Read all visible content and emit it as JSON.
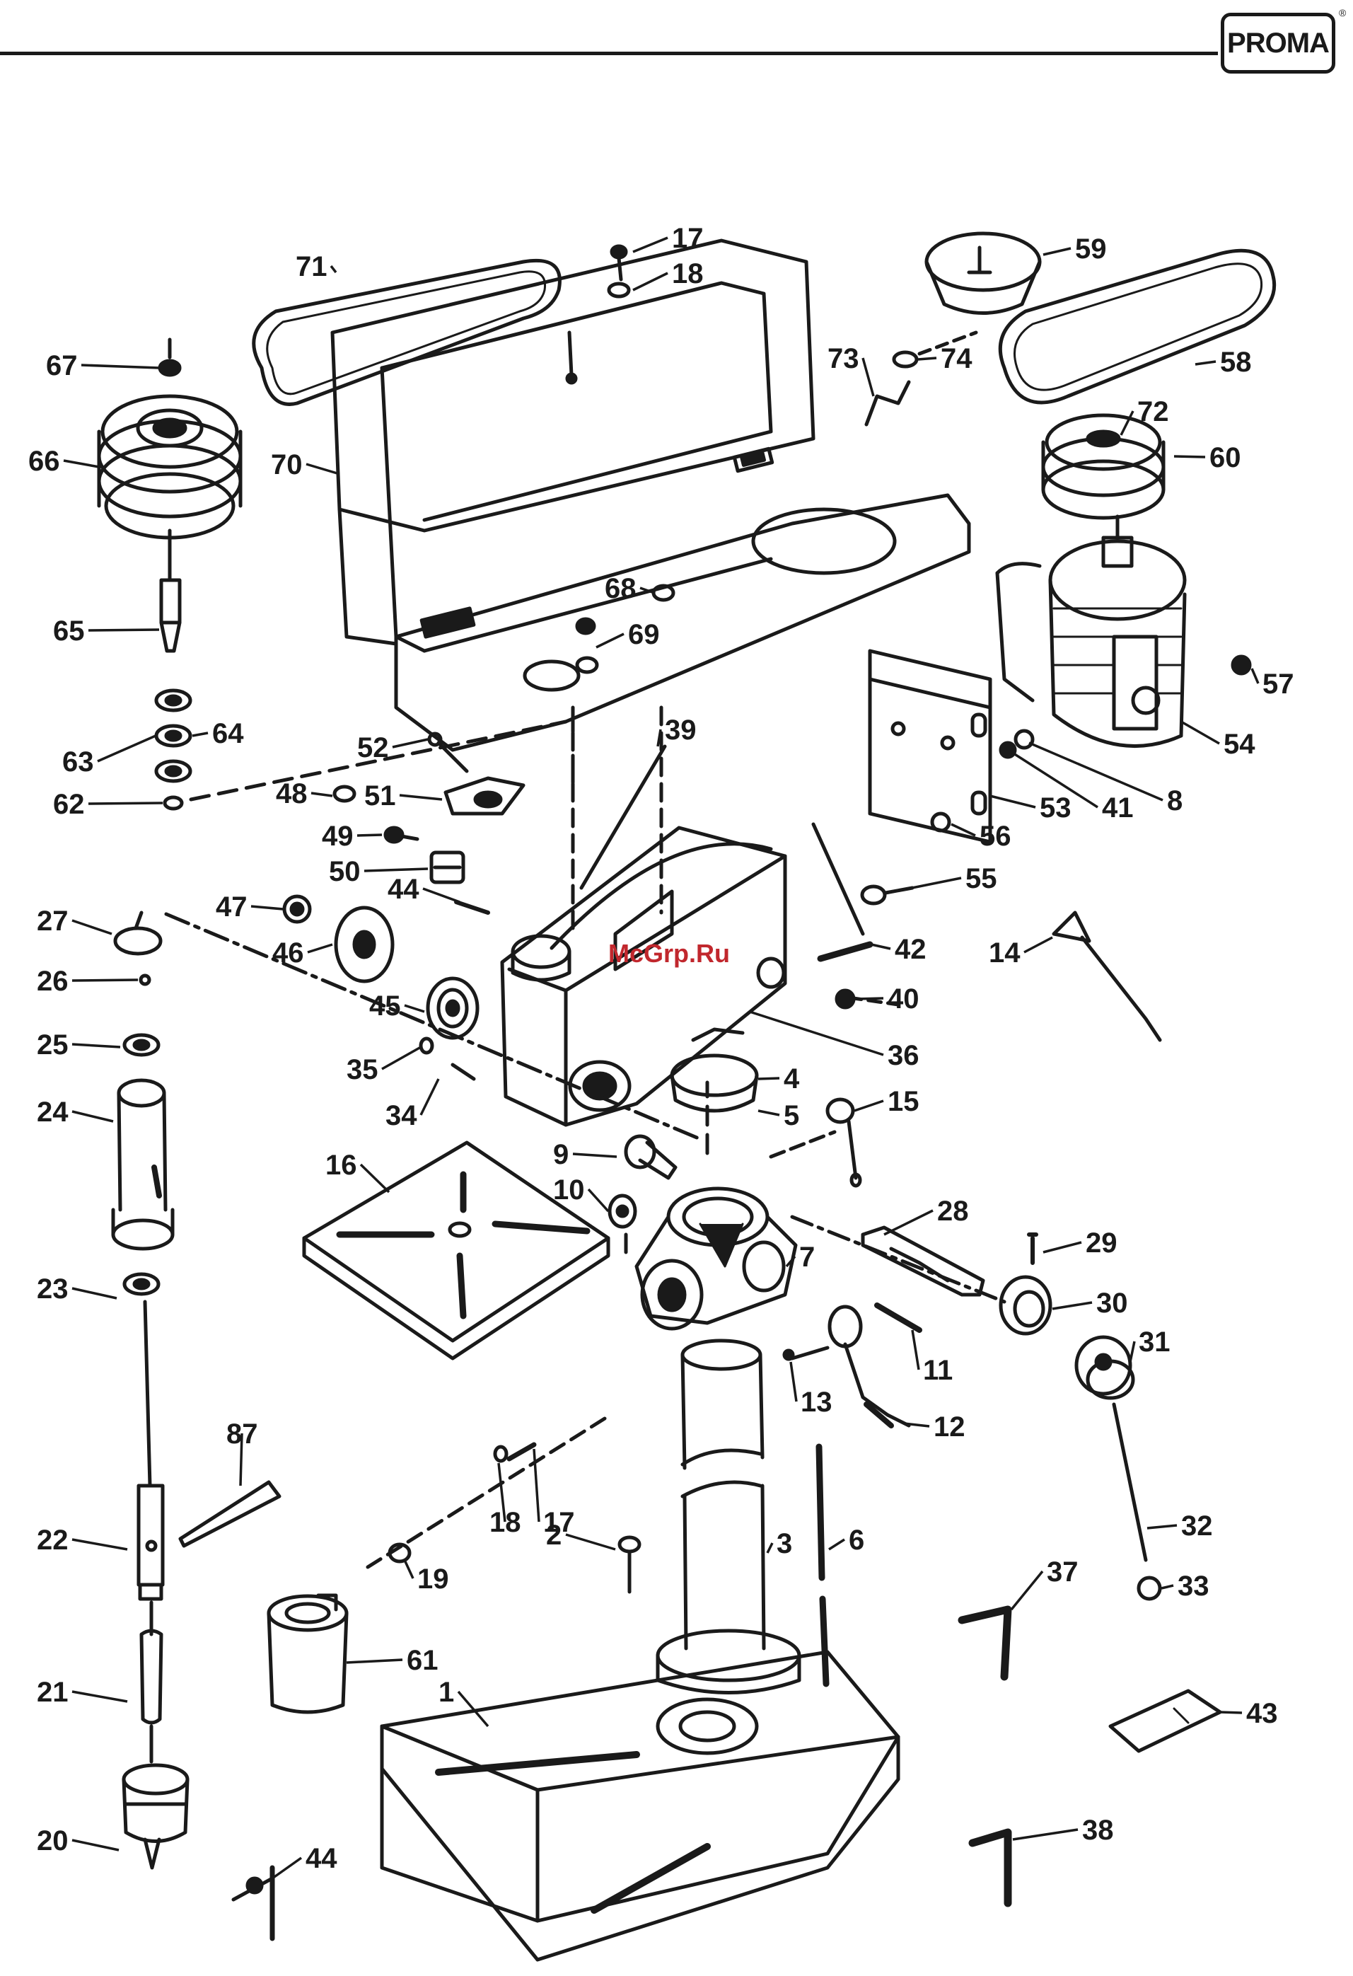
{
  "header": {
    "brand": "PROMA",
    "registered_mark": "®"
  },
  "watermark": "McGrp.Ru",
  "parts": [
    {
      "label": "1"
    },
    {
      "label": "2"
    },
    {
      "label": "3"
    },
    {
      "label": "4"
    },
    {
      "label": "5"
    },
    {
      "label": "6"
    },
    {
      "label": "7"
    },
    {
      "label": "8"
    },
    {
      "label": "9"
    },
    {
      "label": "10"
    },
    {
      "label": "11"
    },
    {
      "label": "12"
    },
    {
      "label": "13"
    },
    {
      "label": "14"
    },
    {
      "label": "15"
    },
    {
      "label": "16"
    },
    {
      "label": "17"
    },
    {
      "label": "18"
    },
    {
      "label": "17"
    },
    {
      "label": "18"
    },
    {
      "label": "19"
    },
    {
      "label": "20"
    },
    {
      "label": "21"
    },
    {
      "label": "22"
    },
    {
      "label": "23"
    },
    {
      "label": "24"
    },
    {
      "label": "25"
    },
    {
      "label": "26"
    },
    {
      "label": "27"
    },
    {
      "label": "28"
    },
    {
      "label": "29"
    },
    {
      "label": "30"
    },
    {
      "label": "31"
    },
    {
      "label": "32"
    },
    {
      "label": "33"
    },
    {
      "label": "34"
    },
    {
      "label": "35"
    },
    {
      "label": "36"
    },
    {
      "label": "37"
    },
    {
      "label": "38"
    },
    {
      "label": "39"
    },
    {
      "label": "40"
    },
    {
      "label": "41"
    },
    {
      "label": "42"
    },
    {
      "label": "43"
    },
    {
      "label": "44"
    },
    {
      "label": "44"
    },
    {
      "label": "45"
    },
    {
      "label": "46"
    },
    {
      "label": "47"
    },
    {
      "label": "48"
    },
    {
      "label": "49"
    },
    {
      "label": "50"
    },
    {
      "label": "51"
    },
    {
      "label": "52"
    },
    {
      "label": "53"
    },
    {
      "label": "54"
    },
    {
      "label": "55"
    },
    {
      "label": "56"
    },
    {
      "label": "57"
    },
    {
      "label": "58"
    },
    {
      "label": "59"
    },
    {
      "label": "60"
    },
    {
      "label": "61"
    },
    {
      "label": "62"
    },
    {
      "label": "63"
    },
    {
      "label": "64"
    },
    {
      "label": "65"
    },
    {
      "label": "66"
    },
    {
      "label": "67"
    },
    {
      "label": "68"
    },
    {
      "label": "69"
    },
    {
      "label": "70"
    },
    {
      "label": "71"
    },
    {
      "label": "72"
    },
    {
      "label": "73"
    },
    {
      "label": "74"
    },
    {
      "label": "87"
    }
  ]
}
